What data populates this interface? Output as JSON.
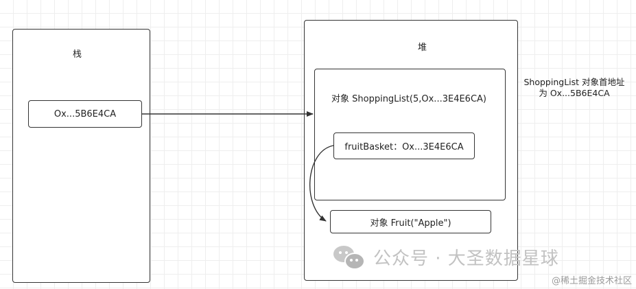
{
  "stack": {
    "title": "栈",
    "reference": "Ox...5B6E4CA"
  },
  "heap": {
    "title": "堆",
    "shopping_list_object": "对象 ShoppingList(5,Ox...3E4E6CA)",
    "fruit_basket_field": "fruitBasket：Ox...3E4E6CA",
    "fruit_object": "对象 Fruit(\"Apple\")"
  },
  "annotation": {
    "line1": "ShoppingList 对象首地址",
    "line2": "为 Ox...5B6E4CA"
  },
  "watermark": {
    "text": "公众号 · 大圣数据星球",
    "icon": "wechat-icon"
  },
  "corner_mark": "@稀土掘金技术社区",
  "colors": {
    "border": "#333333",
    "grid": "#eeeeee",
    "watermark": "#c2c2c2"
  }
}
